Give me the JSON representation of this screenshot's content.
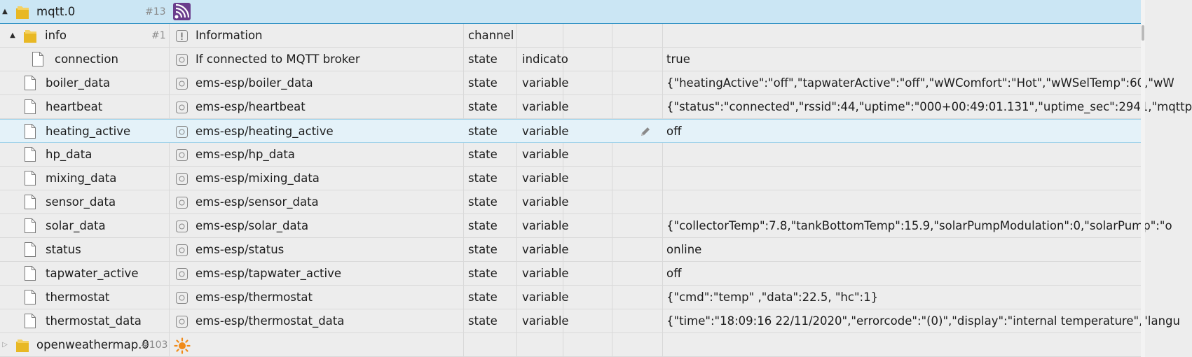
{
  "adapter": {
    "name": "mqtt.0",
    "count": "#13",
    "icon": "mqtt-signal-icon"
  },
  "channel": {
    "name": "info",
    "count": "#1",
    "description": "Information",
    "type": "channel",
    "icon": "info-icon"
  },
  "connection": {
    "name": "connection",
    "description": "If connected to MQTT broker",
    "type": "state",
    "role": "indicato",
    "value": "true"
  },
  "states": [
    {
      "name": "boiler_data",
      "description": "ems-esp/boiler_data",
      "type": "state",
      "role": "variable",
      "value": "{\"heatingActive\":\"off\",\"tapwaterActive\":\"off\",\"wWComfort\":\"Hot\",\"wWSelTemp\":60,\"wW"
    },
    {
      "name": "heartbeat",
      "description": "ems-esp/heartbeat",
      "type": "state",
      "role": "variable",
      "value": "{\"status\":\"connected\",\"rssid\":44,\"uptime\":\"000+00:49:01.131\",\"uptime_sec\":2941,\"mqttp"
    },
    {
      "name": "heating_active",
      "description": "ems-esp/heating_active",
      "type": "state",
      "role": "variable",
      "value": "off",
      "selected": true
    },
    {
      "name": "hp_data",
      "description": "ems-esp/hp_data",
      "type": "state",
      "role": "variable",
      "value": ""
    },
    {
      "name": "mixing_data",
      "description": "ems-esp/mixing_data",
      "type": "state",
      "role": "variable",
      "value": ""
    },
    {
      "name": "sensor_data",
      "description": "ems-esp/sensor_data",
      "type": "state",
      "role": "variable",
      "value": ""
    },
    {
      "name": "solar_data",
      "description": "ems-esp/solar_data",
      "type": "state",
      "role": "variable",
      "value": "{\"collectorTemp\":7.8,\"tankBottomTemp\":15.9,\"solarPumpModulation\":0,\"solarPump\":\"o"
    },
    {
      "name": "status",
      "description": "ems-esp/status",
      "type": "state",
      "role": "variable",
      "value": "online"
    },
    {
      "name": "tapwater_active",
      "description": "ems-esp/tapwater_active",
      "type": "state",
      "role": "variable",
      "value": "off"
    },
    {
      "name": "thermostat",
      "description": "ems-esp/thermostat",
      "type": "state",
      "role": "variable",
      "value": "{\"cmd\":\"temp\" ,\"data\":22.5, \"hc\":1}"
    },
    {
      "name": "thermostat_data",
      "description": "ems-esp/thermostat_data",
      "type": "state",
      "role": "variable",
      "value": "{\"time\":\"18:09:16 22/11/2020\",\"errorcode\":\"(0)\",\"display\":\"internal temperature\",\"langu"
    }
  ],
  "next_adapter": {
    "name": "openweathermap.0",
    "count": "#103",
    "icon": "sun-icon"
  },
  "icons": {
    "tree_expanded": "▲",
    "tree_collapsed": "▷"
  },
  "colors": {
    "header_bg": "#cbe6f4",
    "selected_bg": "#e4f2f9",
    "folder_yellow": "#e8b824",
    "accent": "#2a8fc4"
  }
}
